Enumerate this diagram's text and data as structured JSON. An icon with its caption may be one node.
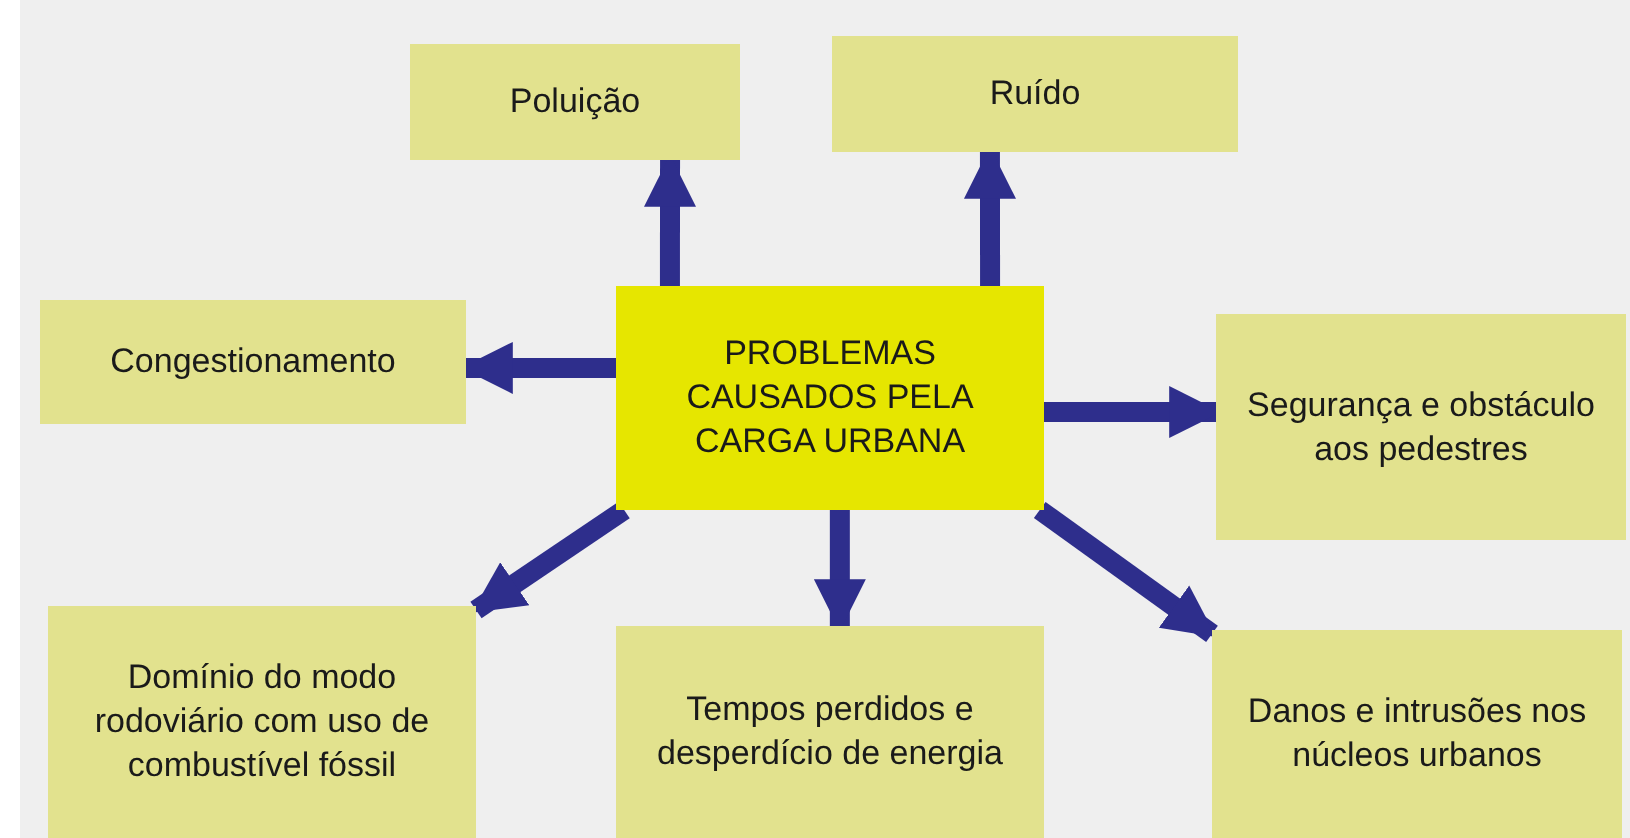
{
  "diagram": {
    "nodes": [
      {
        "text": [
          "PROBLEMAS CAUSADOS PELA CARGA URBANA"
        ]
      },
      {
        "text": [
          "Poluição"
        ]
      },
      {
        "text": [
          "Ruído"
        ]
      },
      {
        "text": [
          "Congestionamento"
        ]
      },
      {
        "text": [
          "Segurança e obstáculo aos pedestres"
        ]
      },
      {
        "text": [
          "Domínio do modo rodoviário com uso de combustível fóssil"
        ]
      },
      {
        "text": [
          "Tempos perdidos e desperdício de energia"
        ]
      },
      {
        "text": [
          "Danos e intrusões nos núcleos urbanos"
        ]
      }
    ],
    "edges": [
      {
        "from": 0,
        "to": 1,
        "arrow": "to"
      },
      {
        "from": 0,
        "to": 2,
        "arrow": "to"
      },
      {
        "from": 0,
        "to": 3,
        "arrow": "to"
      },
      {
        "from": 0,
        "to": 4,
        "arrow": "to"
      },
      {
        "from": 0,
        "to": 5,
        "arrow": "to"
      },
      {
        "from": 0,
        "to": 6,
        "arrow": "to"
      },
      {
        "from": 0,
        "to": 7,
        "arrow": "to"
      }
    ]
  }
}
